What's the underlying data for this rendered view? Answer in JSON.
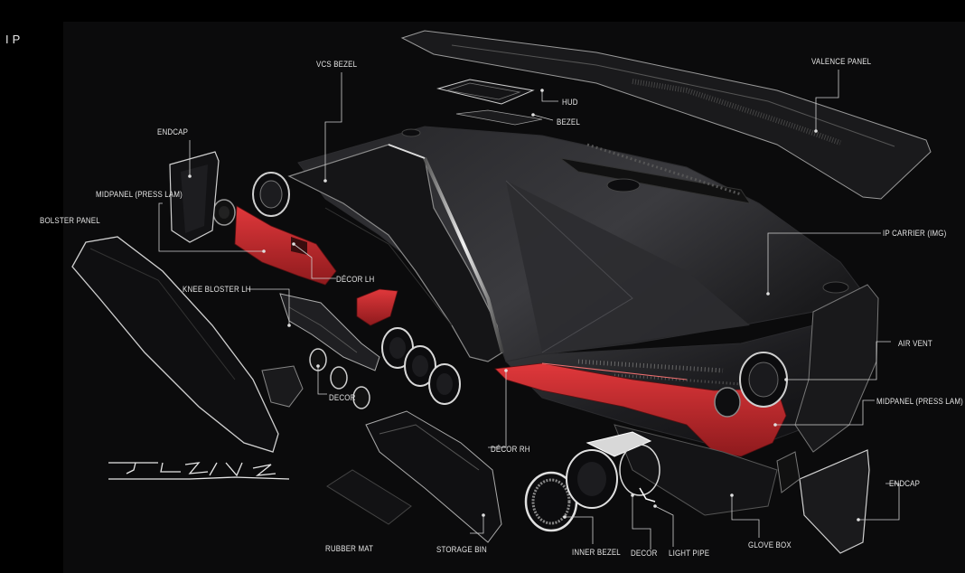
{
  "page_title": "IP",
  "labels": {
    "valence_panel": "VALENCE PANEL",
    "vcs_bezel": "VCS BEZEL",
    "hud": "HUD",
    "bezel": "BEZEL",
    "endcap_lh": "ENDCAP",
    "midpanel_lh": "MIDPANEL (PRESS LAM)",
    "bolster_panel": "BOLSTER PANEL",
    "ip_carrier": "IP CARRIER (IMG)",
    "decor_lh": "DÉCOR LH",
    "knee_bolster_lh": "KNEE BLOSTER LH",
    "air_vent": "AIR VENT",
    "midpanel_rh": "MIDPANEL (PRESS LAM)",
    "decor": "DECOR",
    "decor_rh": "DÉCOR RH",
    "endcap_rh": "ENDCAP",
    "rubber_mat": "RUBBER MAT",
    "storage_bin": "STORAGE BIN",
    "inner_bezel": "INNER BEZEL",
    "decor_bottom": "DECOR",
    "light_pipe": "LIGHT PIPE",
    "glove_box": "GLOVE BOX"
  },
  "colors": {
    "accent_red": "#c8282c",
    "shell": "#1c1c1e",
    "line": "#bdbdbd"
  }
}
